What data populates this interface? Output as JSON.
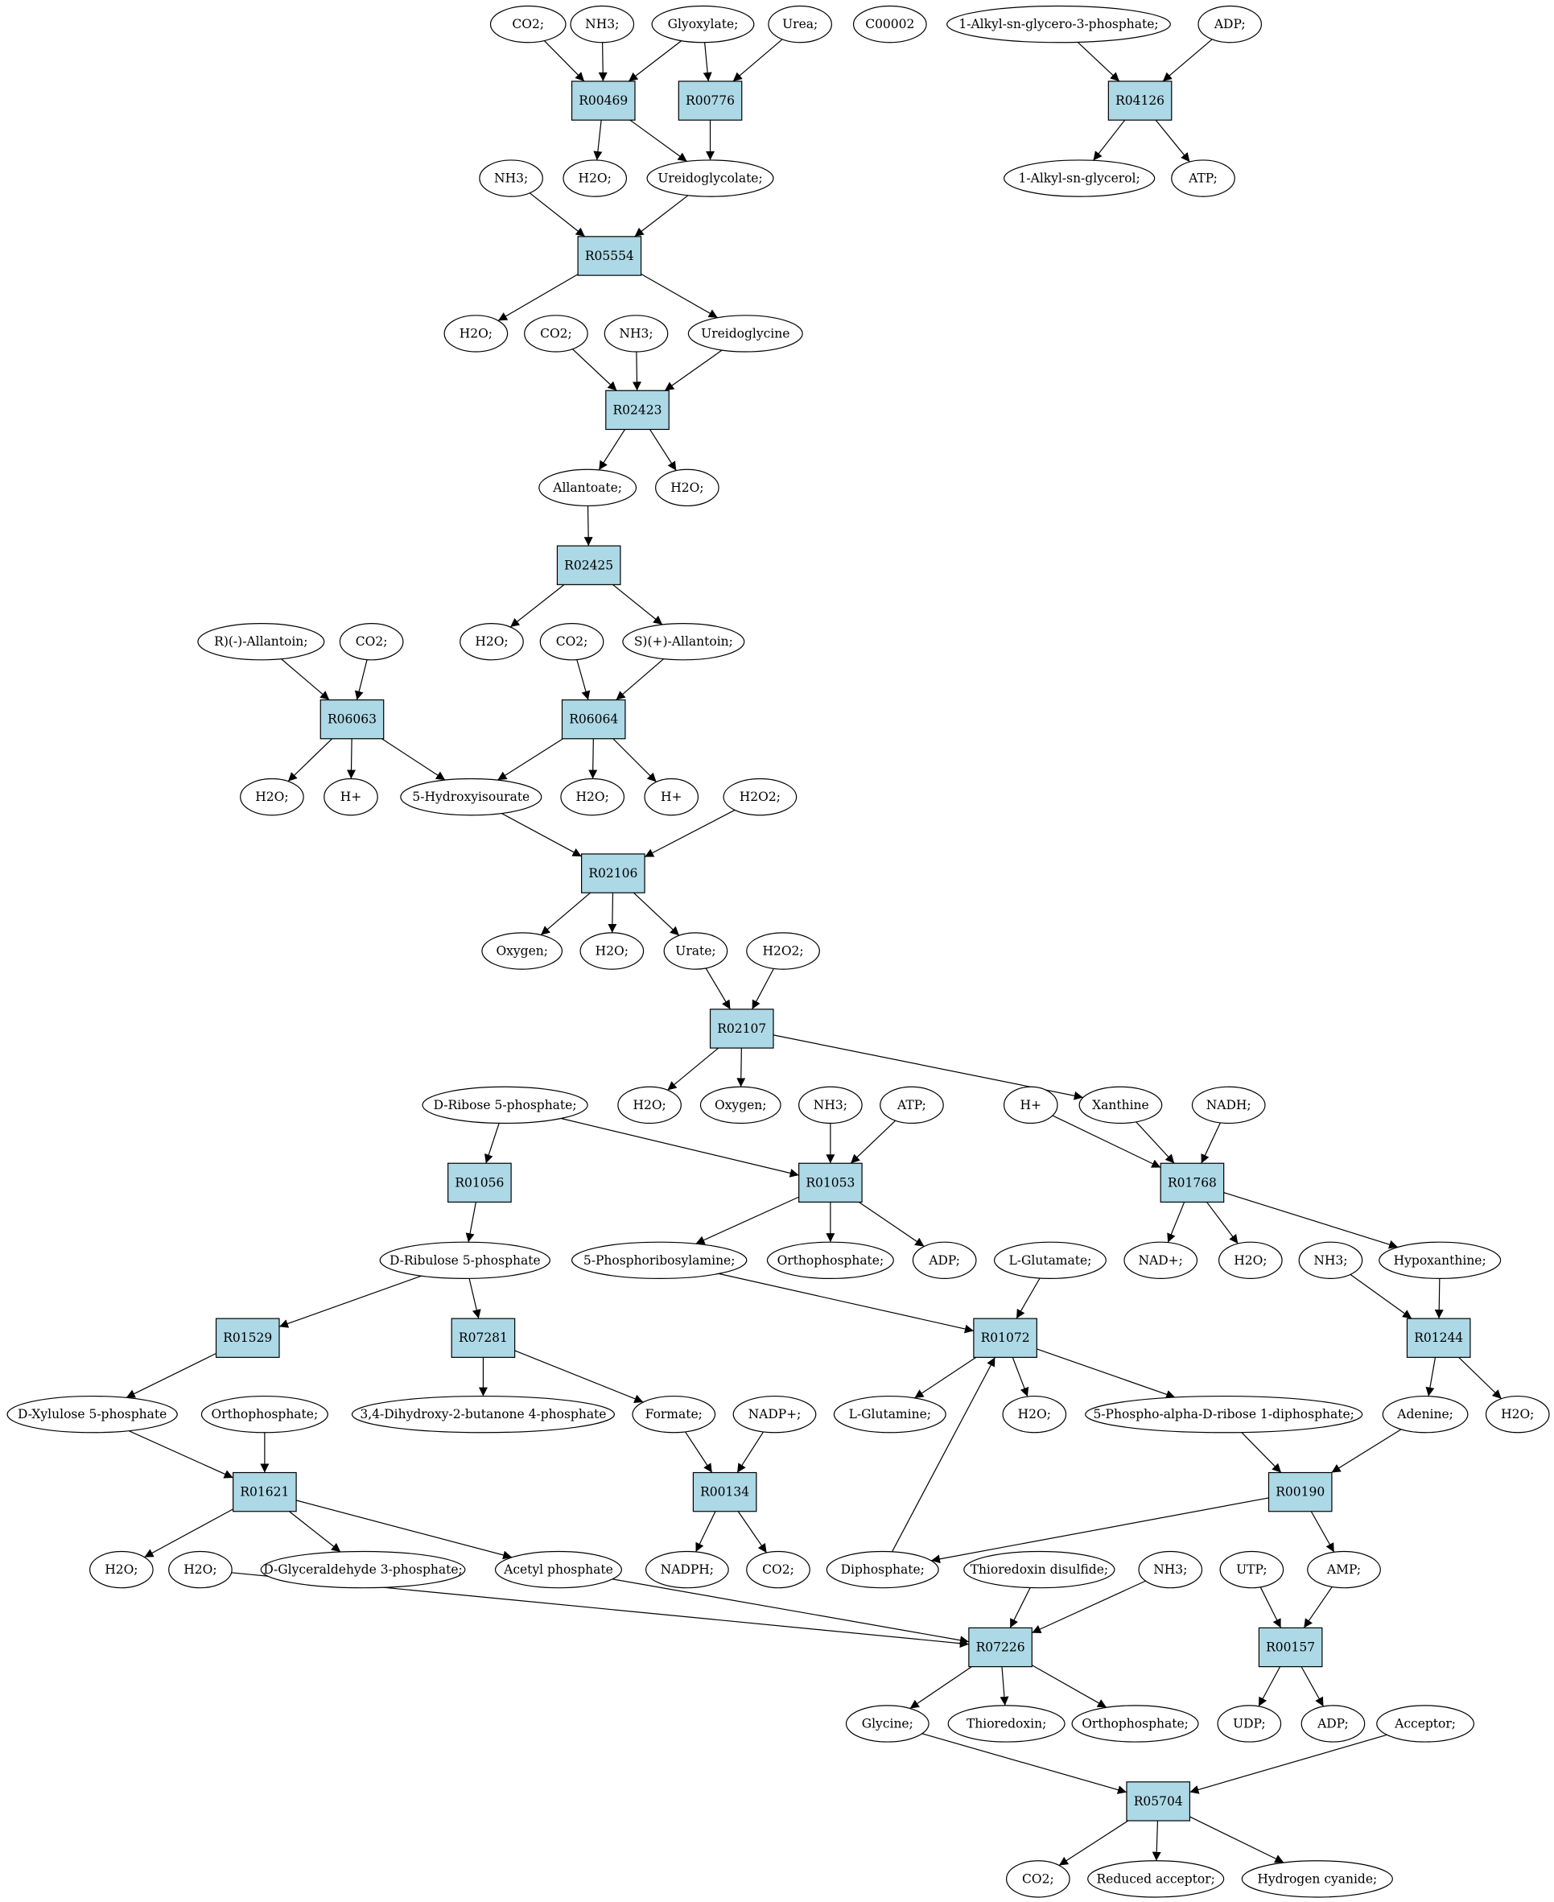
{
  "colors": {
    "reaction_fill": "#add8e6",
    "compound_fill": "#ffffff",
    "start_compound_fill": "#00ee00",
    "isolated_compound_fill": "#ffff00",
    "stroke": "#000000"
  },
  "reactions": [
    {
      "id": "R00469",
      "label": "R00469"
    },
    {
      "id": "R00776",
      "label": "R00776"
    },
    {
      "id": "R04126",
      "label": "R04126"
    },
    {
      "id": "R05554",
      "label": "R05554"
    },
    {
      "id": "R02423",
      "label": "R02423"
    },
    {
      "id": "R02425",
      "label": "R02425"
    },
    {
      "id": "R06063",
      "label": "R06063"
    },
    {
      "id": "R06064",
      "label": "R06064"
    },
    {
      "id": "R02106",
      "label": "R02106"
    },
    {
      "id": "R02107",
      "label": "R02107"
    },
    {
      "id": "R01056",
      "label": "R01056"
    },
    {
      "id": "R01053",
      "label": "R01053"
    },
    {
      "id": "R01768",
      "label": "R01768"
    },
    {
      "id": "R01529",
      "label": "R01529"
    },
    {
      "id": "R07281",
      "label": "R07281"
    },
    {
      "id": "R01072",
      "label": "R01072"
    },
    {
      "id": "R01244",
      "label": "R01244"
    },
    {
      "id": "R01621",
      "label": "R01621"
    },
    {
      "id": "R00134",
      "label": "R00134"
    },
    {
      "id": "R00190",
      "label": "R00190"
    },
    {
      "id": "R07226",
      "label": "R07226"
    },
    {
      "id": "R00157",
      "label": "R00157"
    },
    {
      "id": "R05704",
      "label": "R05704"
    }
  ],
  "compounds": [
    {
      "id": "c_co2_a",
      "label": "CO2;"
    },
    {
      "id": "c_nh3_a",
      "label": "NH3;"
    },
    {
      "id": "c_glyoxylate",
      "label": "Glyoxylate;"
    },
    {
      "id": "c_urea",
      "label": "Urea;"
    },
    {
      "id": "c_c00002",
      "label": "C00002",
      "style": "isolated"
    },
    {
      "id": "c_alkylglycerophosphate",
      "label": "1-Alkyl-sn-glycero-3-phosphate;"
    },
    {
      "id": "c_adp_a",
      "label": "ADP;"
    },
    {
      "id": "c_nh3_b",
      "label": "NH3;"
    },
    {
      "id": "c_h2o_a",
      "label": "H2O;"
    },
    {
      "id": "c_ureidoglycolate",
      "label": "Ureidoglycolate;"
    },
    {
      "id": "c_alkylglycerol",
      "label": "1-Alkyl-sn-glycerol;"
    },
    {
      "id": "c_atp_a",
      "label": "ATP;"
    },
    {
      "id": "c_h2o_b",
      "label": "H2O;"
    },
    {
      "id": "c_co2_b",
      "label": "CO2;"
    },
    {
      "id": "c_nh3_c",
      "label": "NH3;"
    },
    {
      "id": "c_ureidoglycine",
      "label": "Ureidoglycine"
    },
    {
      "id": "c_allantoate",
      "label": "Allantoate;"
    },
    {
      "id": "c_h2o_c",
      "label": "H2O;"
    },
    {
      "id": "c_r_allantoin",
      "label": "R)(-)-Allantoin;"
    },
    {
      "id": "c_co2_c",
      "label": "CO2;"
    },
    {
      "id": "c_h2o_d",
      "label": "H2O;"
    },
    {
      "id": "c_co2_d",
      "label": "CO2;"
    },
    {
      "id": "c_s_allantoin",
      "label": "S)(+)-Allantoin;"
    },
    {
      "id": "c_h2o_e",
      "label": "H2O;"
    },
    {
      "id": "c_hplus_a",
      "label": "H+"
    },
    {
      "id": "c_hydroxyisourate",
      "label": "5-Hydroxyisourate"
    },
    {
      "id": "c_h2o_f",
      "label": "H2O;"
    },
    {
      "id": "c_hplus_b",
      "label": "H+"
    },
    {
      "id": "c_h2o2_a",
      "label": "H2O2;"
    },
    {
      "id": "c_oxygen_a",
      "label": "Oxygen;"
    },
    {
      "id": "c_h2o_g",
      "label": "H2O;"
    },
    {
      "id": "c_urate",
      "label": "Urate;"
    },
    {
      "id": "c_h2o2_b",
      "label": "H2O2;"
    },
    {
      "id": "c_ribose5p",
      "label": "D-Ribose 5-phosphate;",
      "style": "start"
    },
    {
      "id": "c_h2o_h",
      "label": "H2O;"
    },
    {
      "id": "c_oxygen_b",
      "label": "Oxygen;"
    },
    {
      "id": "c_nh3_d",
      "label": "NH3;"
    },
    {
      "id": "c_atp_b",
      "label": "ATP;"
    },
    {
      "id": "c_hplus_c",
      "label": "H+"
    },
    {
      "id": "c_xanthine",
      "label": "Xanthine"
    },
    {
      "id": "c_nadh",
      "label": "NADH;"
    },
    {
      "id": "c_ribulose5p",
      "label": "D-Ribulose 5-phosphate"
    },
    {
      "id": "c_phosphoribosylamine",
      "label": "5-Phosphoribosylamine;"
    },
    {
      "id": "c_orthophosphate_a",
      "label": "Orthophosphate;"
    },
    {
      "id": "c_adp_b",
      "label": "ADP;"
    },
    {
      "id": "c_lglutamate",
      "label": "L-Glutamate;"
    },
    {
      "id": "c_nadplus",
      "label": "NAD+;"
    },
    {
      "id": "c_h2o_i",
      "label": "H2O;"
    },
    {
      "id": "c_nh3_e",
      "label": "NH3;"
    },
    {
      "id": "c_hypoxanthine",
      "label": "Hypoxanthine;"
    },
    {
      "id": "c_xylulose5p",
      "label": "D-Xylulose 5-phosphate"
    },
    {
      "id": "c_orthophosphate_b",
      "label": "Orthophosphate;"
    },
    {
      "id": "c_butanone4p",
      "label": "3,4-Dihydroxy-2-butanone 4-phosphate"
    },
    {
      "id": "c_formate",
      "label": "Formate;"
    },
    {
      "id": "c_nadpplus",
      "label": "NADP+;"
    },
    {
      "id": "c_lglutamine",
      "label": "L-Glutamine;"
    },
    {
      "id": "c_h2o_j",
      "label": "H2O;"
    },
    {
      "id": "c_prpp",
      "label": "5-Phospho-alpha-D-ribose 1-diphosphate;"
    },
    {
      "id": "c_adenine",
      "label": "Adenine;"
    },
    {
      "id": "c_h2o_k",
      "label": "H2O;"
    },
    {
      "id": "c_h2o_l",
      "label": "H2O;"
    },
    {
      "id": "c_h2o_m",
      "label": "H2O;"
    },
    {
      "id": "c_g3p",
      "label": "D-Glyceraldehyde 3-phosphate;"
    },
    {
      "id": "c_acetylphosphate",
      "label": "Acetyl phosphate"
    },
    {
      "id": "c_nadph",
      "label": "NADPH;"
    },
    {
      "id": "c_co2_e",
      "label": "CO2;"
    },
    {
      "id": "c_diphosphate",
      "label": "Diphosphate;"
    },
    {
      "id": "c_thioredoxindisulfide",
      "label": "Thioredoxin disulfide;"
    },
    {
      "id": "c_nh3_f",
      "label": "NH3;"
    },
    {
      "id": "c_utp",
      "label": "UTP;"
    },
    {
      "id": "c_amp",
      "label": "AMP;"
    },
    {
      "id": "c_glycine",
      "label": "Glycine;"
    },
    {
      "id": "c_thioredoxin",
      "label": "Thioredoxin;"
    },
    {
      "id": "c_orthophosphate_c",
      "label": "Orthophosphate;"
    },
    {
      "id": "c_udp",
      "label": "UDP;"
    },
    {
      "id": "c_adp_c",
      "label": "ADP;"
    },
    {
      "id": "c_acceptor",
      "label": "Acceptor;"
    },
    {
      "id": "c_co2_f",
      "label": "CO2;"
    },
    {
      "id": "c_reducedacceptor",
      "label": "Reduced acceptor;"
    },
    {
      "id": "c_hydrogencyanide",
      "label": "Hydrogen cyanide;"
    }
  ],
  "edges": [
    [
      "c_co2_a",
      "R00469"
    ],
    [
      "c_nh3_a",
      "R00469"
    ],
    [
      "c_glyoxylate",
      "R00469"
    ],
    [
      "c_glyoxylate",
      "R00776"
    ],
    [
      "c_urea",
      "R00776"
    ],
    [
      "c_alkylglycerophosphate",
      "R04126"
    ],
    [
      "c_adp_a",
      "R04126"
    ],
    [
      "R00469",
      "c_h2o_a"
    ],
    [
      "R00469",
      "c_ureidoglycolate"
    ],
    [
      "R00776",
      "c_ureidoglycolate"
    ],
    [
      "R04126",
      "c_alkylglycerol"
    ],
    [
      "R04126",
      "c_atp_a"
    ],
    [
      "c_nh3_b",
      "R05554"
    ],
    [
      "c_ureidoglycolate",
      "R05554"
    ],
    [
      "R05554",
      "c_h2o_b"
    ],
    [
      "R05554",
      "c_ureidoglycine"
    ],
    [
      "c_co2_b",
      "R02423"
    ],
    [
      "c_nh3_c",
      "R02423"
    ],
    [
      "c_ureidoglycine",
      "R02423"
    ],
    [
      "R02423",
      "c_allantoate"
    ],
    [
      "R02423",
      "c_h2o_c"
    ],
    [
      "c_allantoate",
      "R02425"
    ],
    [
      "R02425",
      "c_h2o_d"
    ],
    [
      "R02425",
      "c_s_allantoin"
    ],
    [
      "c_r_allantoin",
      "R06063"
    ],
    [
      "c_co2_c",
      "R06063"
    ],
    [
      "c_co2_d",
      "R06064"
    ],
    [
      "c_s_allantoin",
      "R06064"
    ],
    [
      "R06063",
      "c_h2o_e"
    ],
    [
      "R06063",
      "c_hplus_a"
    ],
    [
      "R06063",
      "c_hydroxyisourate"
    ],
    [
      "R06064",
      "c_hydroxyisourate"
    ],
    [
      "R06064",
      "c_h2o_f"
    ],
    [
      "R06064",
      "c_hplus_b"
    ],
    [
      "c_hydroxyisourate",
      "R02106"
    ],
    [
      "c_h2o2_a",
      "R02106"
    ],
    [
      "R02106",
      "c_oxygen_a"
    ],
    [
      "R02106",
      "c_h2o_g"
    ],
    [
      "R02106",
      "c_urate"
    ],
    [
      "c_urate",
      "R02107"
    ],
    [
      "c_h2o2_b",
      "R02107"
    ],
    [
      "R02107",
      "c_h2o_h"
    ],
    [
      "R02107",
      "c_oxygen_b"
    ],
    [
      "R02107",
      "c_xanthine"
    ],
    [
      "c_ribose5p",
      "R01056"
    ],
    [
      "c_ribose5p",
      "R01053"
    ],
    [
      "c_nh3_d",
      "R01053"
    ],
    [
      "c_atp_b",
      "R01053"
    ],
    [
      "c_hplus_c",
      "R01768"
    ],
    [
      "c_xanthine",
      "R01768"
    ],
    [
      "c_nadh",
      "R01768"
    ],
    [
      "R01056",
      "c_ribulose5p"
    ],
    [
      "R01053",
      "c_phosphoribosylamine"
    ],
    [
      "R01053",
      "c_orthophosphate_a"
    ],
    [
      "R01053",
      "c_adp_b"
    ],
    [
      "R01768",
      "c_nadplus"
    ],
    [
      "R01768",
      "c_h2o_i"
    ],
    [
      "R01768",
      "c_hypoxanthine"
    ],
    [
      "c_ribulose5p",
      "R01529"
    ],
    [
      "c_ribulose5p",
      "R07281"
    ],
    [
      "c_phosphoribosylamine",
      "R01072"
    ],
    [
      "c_lglutamate",
      "R01072"
    ],
    [
      "c_nh3_e",
      "R01244"
    ],
    [
      "c_hypoxanthine",
      "R01244"
    ],
    [
      "R01529",
      "c_xylulose5p"
    ],
    [
      "R07281",
      "c_butanone4p"
    ],
    [
      "R07281",
      "c_formate"
    ],
    [
      "R01072",
      "c_lglutamine"
    ],
    [
      "R01072",
      "c_h2o_j"
    ],
    [
      "R01072",
      "c_prpp"
    ],
    [
      "R01244",
      "c_adenine"
    ],
    [
      "R01244",
      "c_h2o_k"
    ],
    [
      "c_xylulose5p",
      "R01621"
    ],
    [
      "c_orthophosphate_b",
      "R01621"
    ],
    [
      "c_formate",
      "R00134"
    ],
    [
      "c_nadpplus",
      "R00134"
    ],
    [
      "c_prpp",
      "R00190"
    ],
    [
      "c_adenine",
      "R00190"
    ],
    [
      "R01621",
      "c_h2o_l"
    ],
    [
      "R01621",
      "c_g3p"
    ],
    [
      "R01621",
      "c_acetylphosphate"
    ],
    [
      "R00134",
      "c_nadph"
    ],
    [
      "R00134",
      "c_co2_e"
    ],
    [
      "R00190",
      "c_diphosphate"
    ],
    [
      "R00190",
      "c_amp"
    ],
    [
      "c_diphosphate",
      "R01072"
    ],
    [
      "c_h2o_m",
      "R07226"
    ],
    [
      "c_acetylphosphate",
      "R07226"
    ],
    [
      "c_thioredoxindisulfide",
      "R07226"
    ],
    [
      "c_nh3_f",
      "R07226"
    ],
    [
      "c_utp",
      "R00157"
    ],
    [
      "c_amp",
      "R00157"
    ],
    [
      "R07226",
      "c_glycine"
    ],
    [
      "R07226",
      "c_thioredoxin"
    ],
    [
      "R07226",
      "c_orthophosphate_c"
    ],
    [
      "R00157",
      "c_udp"
    ],
    [
      "R00157",
      "c_adp_c"
    ],
    [
      "c_glycine",
      "R05704"
    ],
    [
      "c_acceptor",
      "R05704"
    ],
    [
      "R05704",
      "c_co2_f"
    ],
    [
      "R05704",
      "c_reducedacceptor"
    ],
    [
      "R05704",
      "c_hydrogencyanide"
    ]
  ]
}
